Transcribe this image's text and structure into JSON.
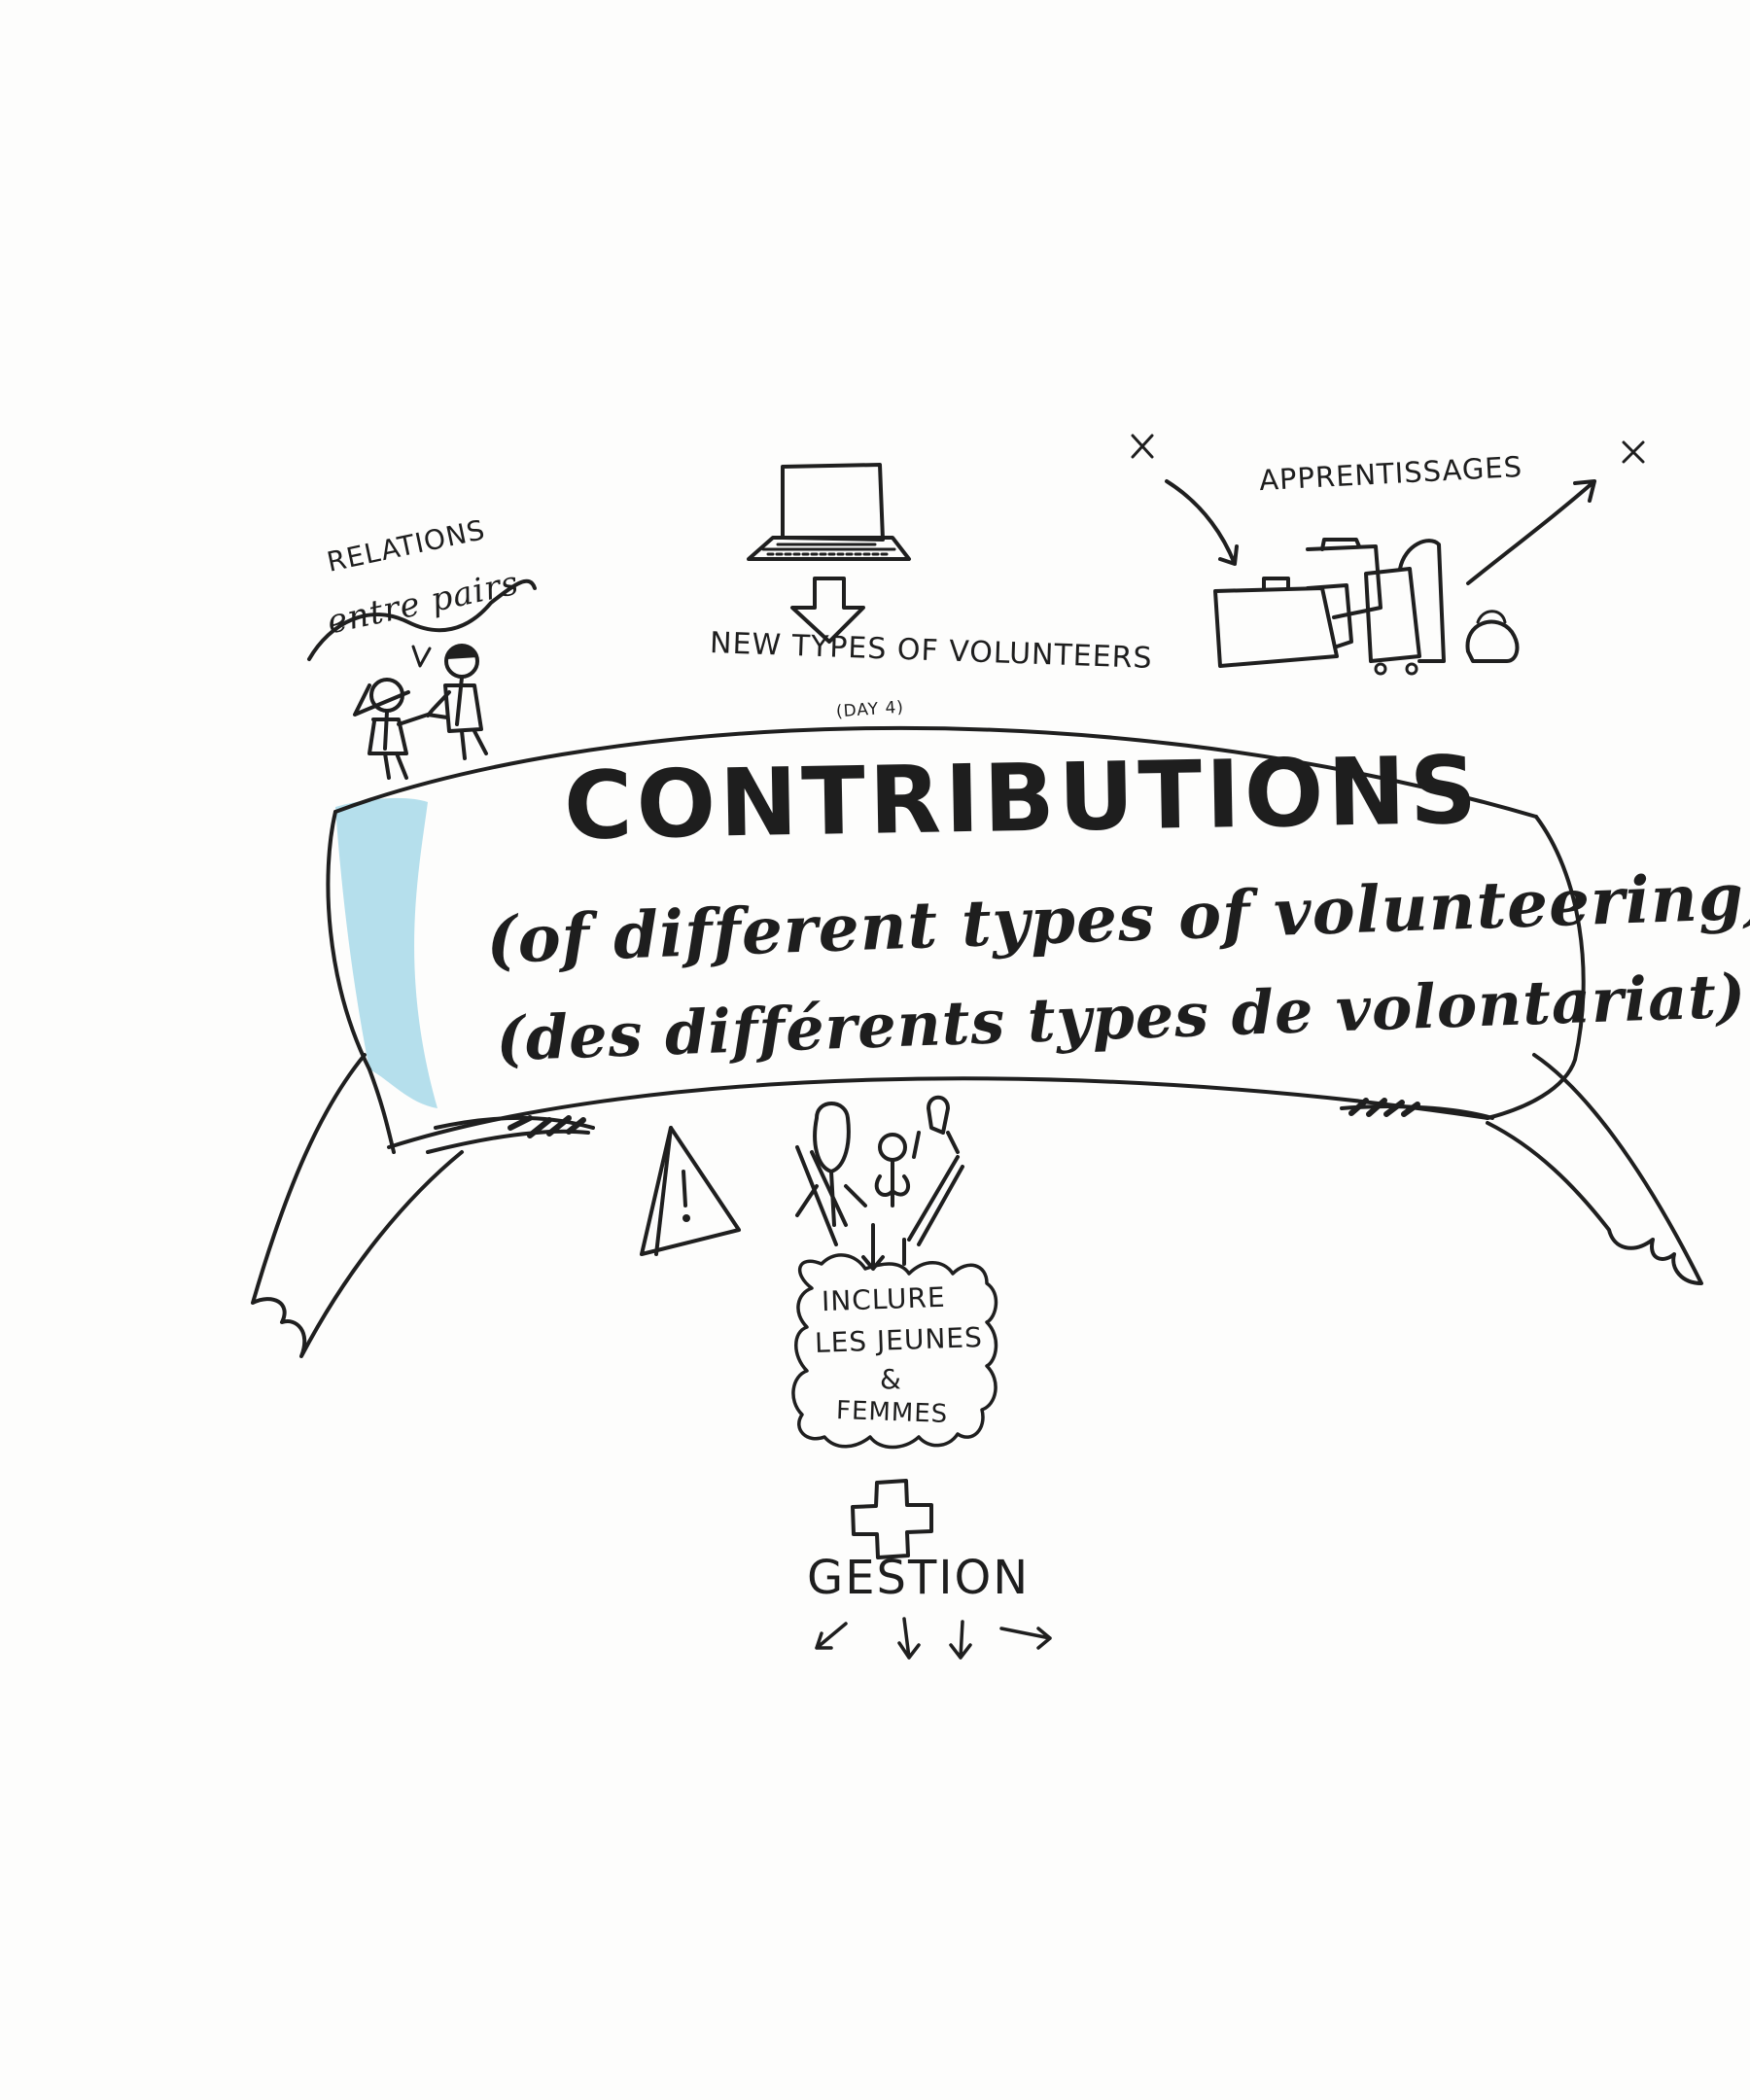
{
  "texts": {
    "title_main": "CONTRIBUTIONS",
    "title_en": "(of different types of volunteering)",
    "title_fr": "(des différents types de volontariat)",
    "day_note": "(DAY 4)",
    "new_types": "NEW TYPES OF VOLUNTEERS",
    "relations": "RELATIONS",
    "entre_pairs": "entre pairs",
    "apprentissages": "APPRENTISSAGES",
    "inclure_line1": "INCLURE",
    "inclure_line2": "LES JEUNES",
    "inclure_line3": "&",
    "inclure_line4": "FEMMES",
    "gestion": "GESTION"
  },
  "icons": {
    "laptop": "laptop-icon",
    "arrow_down": "outlined-down-arrow-icon",
    "people": "two-people-handshake-icon",
    "luggage": "luggage-group-icon",
    "warning": "warning-triangle-icon",
    "women_youth": "women-and-youth-icon",
    "plus": "plus-icon",
    "cloud": "cloud-bubble-icon"
  },
  "colors": {
    "ink": "#1f1f1f",
    "banner_tint": "#8fd0e4",
    "paper": "#fdfdfc"
  }
}
